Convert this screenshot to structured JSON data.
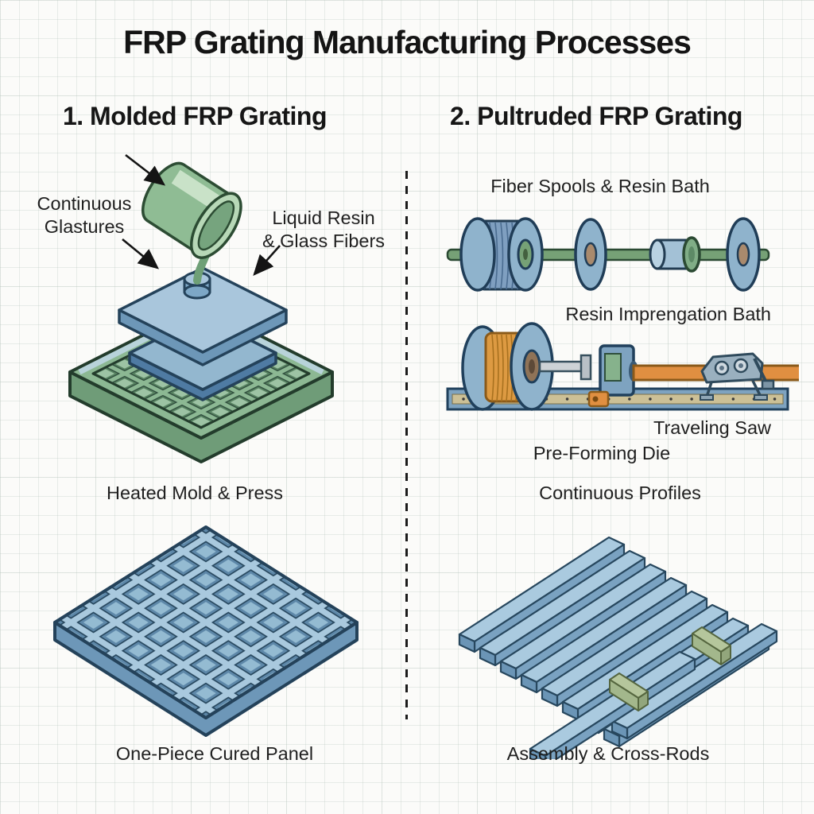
{
  "title": "FRP Grating Manufacturing Processes",
  "sections": {
    "molded": {
      "heading": "1. Molded FRP Grating",
      "labels": {
        "materials_line1": "Continuous",
        "materials_line2": "Glastures",
        "resin_line1": "Liquid Resin",
        "resin_line2": "& Glass Fibers",
        "mold_press": "Heated Mold & Press",
        "panel": "One-Piece Cured Panel"
      }
    },
    "pultruded": {
      "heading": "2. Pultruded FRP Grating",
      "labels": {
        "spools": "Fiber Spools & Resin Bath",
        "impregnation": "Resin Imprengation Bath",
        "saw": "Traveling Saw",
        "die": "Pre-Forming Die",
        "profiles": "Continuous Profiles",
        "assembly": "Assembly & Cross-Rods"
      }
    }
  },
  "icons": {
    "pouring_bucket": "pouring-bucket-icon",
    "press_plates": "press-plates-icon",
    "mold_base": "waffle-mold-icon",
    "cured_panel": "cured-panel-icon",
    "fiber_spool_line": "fiber-spool-line-icon",
    "pultrusion_line": "pultrusion-line-icon",
    "profile_bars": "profile-bars-icon",
    "cross_rod_clips": "cross-rod-clip-icon",
    "annotation_arrows": "arrow-icon"
  },
  "colors": {
    "outline": "#24425a",
    "green": "#8cb893",
    "green_dark": "#6f9c78",
    "blue_light": "#a9c6dc",
    "blue_mid": "#8fb3cc",
    "blue_side": "#6d97b8",
    "orange": "#dd9a42",
    "tan": "#ccc096",
    "text": "#1c1c1c",
    "background": "#fbfbf9"
  }
}
